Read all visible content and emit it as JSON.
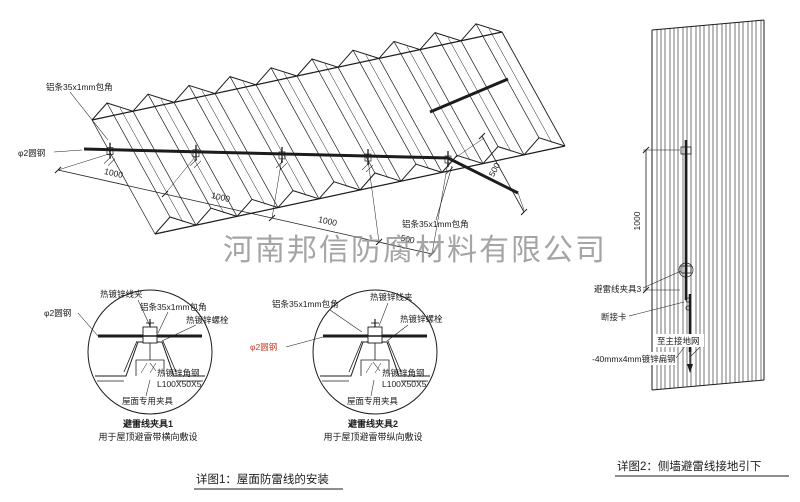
{
  "watermark": "河南邦信防腐材料有限公司",
  "colors": {
    "line": "#1c1c1c",
    "red_label": "#c43b2a",
    "watermark_gray": "#8f8f8f"
  },
  "main_diagram": {
    "label_strip_top": "铝条35x1mm包角",
    "label_rod": "φ2圆钢",
    "label_strip_bottom": "铝条35x1mm包角",
    "dim_1": "1000",
    "dim_2": "1000",
    "dim_3": "1000",
    "dim_4": "500",
    "dim_right": "500"
  },
  "detail1": {
    "label_clamp": "热镀锌线夹",
    "label_strip": "铝条35x1mm包角",
    "label_bolt": "热镀锌螺栓",
    "label_rod": "φ2圆钢",
    "label_angle_line1": "热镀锌角钢",
    "label_angle_line2": "L100X50X5",
    "label_roof_clamp": "屋面专用夹具",
    "title": "避雷线夹具1",
    "subtitle": "用于屋顶避雷带横向敷设"
  },
  "detail2": {
    "label_strip": "铝条35x1mm包角",
    "label_clamp": "热镀锌线夹",
    "label_bolt": "热镀锌螺栓",
    "label_rod": "φ2圆钢",
    "label_angle_line1": "热镀锌角钢",
    "label_angle_line2": "L100X50X5",
    "label_roof_clamp": "屋面专用夹具",
    "title": "避雷线夹具2",
    "subtitle": "用于屋顶避雷带纵向敷设"
  },
  "wall_diagram": {
    "dim_vertical": "1000",
    "label_clamp3": "避雷线夹具3",
    "label_disconnect": "断接卡",
    "label_to_ground": "至主接地网",
    "label_flat_steel": "-40mmx4mm镀锌扁钢"
  },
  "captions": {
    "detail1": "详图1：屋面防雷线的安装",
    "detail2": "详图2：侧墙避雷线接地引下"
  }
}
